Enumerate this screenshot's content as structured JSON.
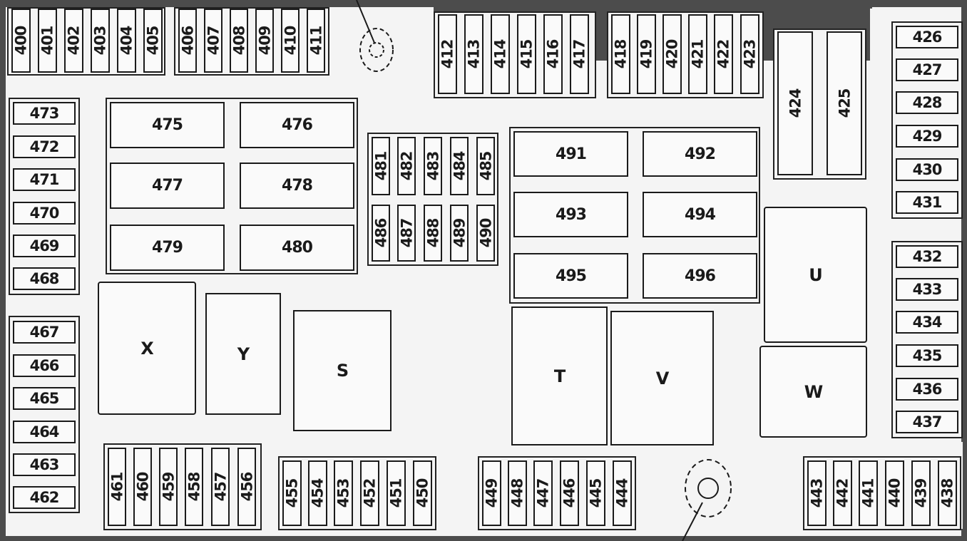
{
  "fuses": {
    "top_left": [
      "400",
      "401",
      "402",
      "403",
      "404",
      "405"
    ],
    "top_left2": [
      "406",
      "407",
      "408",
      "409",
      "410",
      "411"
    ],
    "top_mid": [
      "412",
      "413",
      "414",
      "415",
      "416",
      "417"
    ],
    "top_mid2": [
      "418",
      "419",
      "420",
      "421",
      "422",
      "423"
    ],
    "tall": [
      "424",
      "425"
    ],
    "right_upper": [
      "426",
      "427",
      "428",
      "429",
      "430",
      "431"
    ],
    "right_lower": [
      "432",
      "433",
      "434",
      "435",
      "436",
      "437"
    ],
    "bottom_right": [
      "443",
      "442",
      "441",
      "440",
      "439",
      "438"
    ],
    "bottom_mid2": [
      "449",
      "448",
      "447",
      "446",
      "445",
      "444"
    ],
    "bottom_mid": [
      "455",
      "454",
      "453",
      "452",
      "451",
      "450"
    ],
    "bottom_left": [
      "461",
      "460",
      "459",
      "458",
      "457",
      "456"
    ],
    "left_lower": [
      "467",
      "466",
      "465",
      "464",
      "463",
      "462"
    ],
    "left_upper": [
      "473",
      "472",
      "471",
      "470",
      "469",
      "468"
    ],
    "center_top": [
      "481",
      "482",
      "483",
      "484",
      "485"
    ],
    "center_bottom": [
      "486",
      "487",
      "488",
      "489",
      "490"
    ]
  },
  "relays": {
    "grid_left": [
      "475",
      "476",
      "477",
      "478",
      "479",
      "480"
    ],
    "grid_right": [
      "491",
      "492",
      "493",
      "494",
      "495",
      "496"
    ],
    "lettered": {
      "X": "X",
      "Y": "Y",
      "S": "S",
      "T": "T",
      "V": "V",
      "U": "U",
      "W": "W"
    }
  }
}
